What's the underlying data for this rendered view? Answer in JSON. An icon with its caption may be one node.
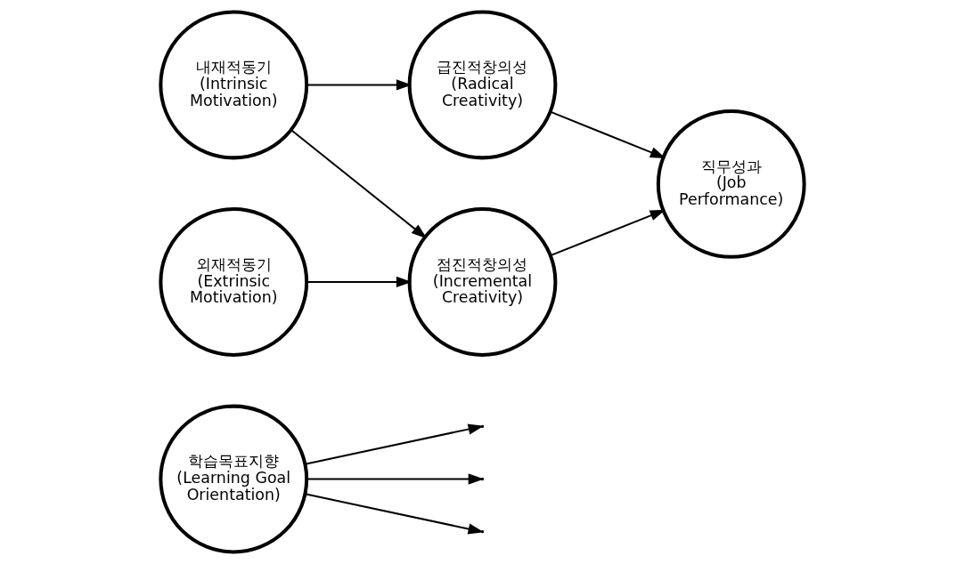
{
  "diagram": {
    "nodes": [
      {
        "text": [
          "학습목표지향",
          "(Learning Goal Orientation)"
        ]
      },
      {
        "text": [
          "내재적동기",
          "(Intrinsic Motivation)"
        ]
      },
      {
        "text": [
          "급진적창의성",
          "(Radical Creativity)"
        ]
      },
      {
        "text": [
          "직무성과",
          "(Job Performance)"
        ]
      },
      {
        "text": [
          "외재적동기",
          "(Extrinsic Motivation)"
        ]
      },
      {
        "text": [
          "점진적창의성",
          "(Incremental Creativity)"
        ]
      }
    ],
    "edges": [
      {
        "from": 1,
        "to": 2,
        "arrow": "to"
      },
      {
        "from": 1,
        "to": 5,
        "arrow": "to"
      },
      {
        "from": 4,
        "to": 5,
        "arrow": "to"
      },
      {
        "from": 2,
        "to": 3,
        "arrow": "to"
      },
      {
        "from": 5,
        "to": 3,
        "arrow": "to"
      },
      {
        "from": 0,
        "to": null,
        "arrow": "to"
      },
      {
        "from": 0,
        "to": null,
        "arrow": "to"
      },
      {
        "from": 0,
        "to": null,
        "arrow": "to"
      }
    ]
  }
}
